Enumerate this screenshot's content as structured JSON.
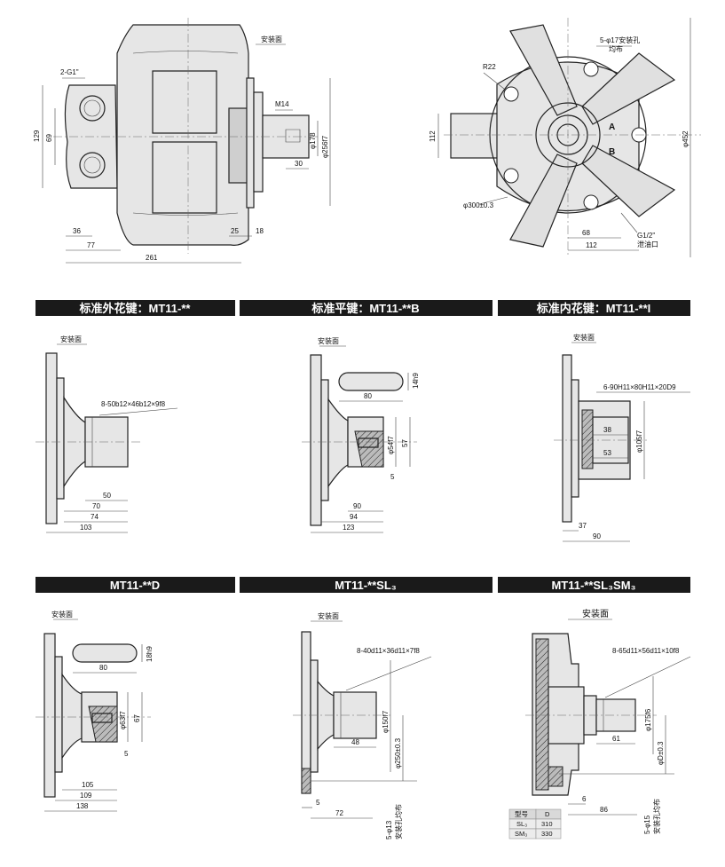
{
  "top_left": {
    "mount_face": "安装面",
    "port": "2-G1\"",
    "thread": "M14",
    "dims": [
      "129",
      "69",
      "36",
      "77",
      "261",
      "25",
      "18",
      "30",
      "φ178",
      "φ256f7"
    ]
  },
  "top_right": {
    "holes": "5-φ17安装孔",
    "holes2": "均布",
    "radius": "R22",
    "label_a": "A",
    "label_b": "B",
    "drain": "G1/2\"",
    "drain2": "泄油口",
    "dims": [
      "112",
      "φ300±0.3",
      "68",
      "112",
      "φ452"
    ]
  },
  "bars": [
    {
      "label": "标准外花键：MT11-**"
    },
    {
      "label": "标准平键：MT11-**B"
    },
    {
      "label": "标准内花键：MT11-**I"
    },
    {
      "label": "MT11-**D"
    },
    {
      "label": "MT11-**SL₃"
    },
    {
      "label": "MT11-**SL₃SM₃"
    }
  ],
  "v1": {
    "mount": "安装面",
    "spline": "8-50b12×46b12×9f8",
    "dims": [
      "50",
      "70",
      "74",
      "103"
    ]
  },
  "v2": {
    "mount": "安装面",
    "key_w": "14h9",
    "key_l": "80",
    "dims": [
      "φ54f7",
      "57",
      "5",
      "90",
      "94",
      "123"
    ]
  },
  "v3": {
    "mount": "安装面",
    "spline": "6-90H11×80H11×20D9",
    "dims": [
      "38",
      "53",
      "φ105f7",
      "37",
      "90"
    ]
  },
  "v4": {
    "mount": "安装面",
    "key_w": "18h9",
    "key_l": "80",
    "dims": [
      "φ63f7",
      "67",
      "5",
      "105",
      "109",
      "138"
    ]
  },
  "v5": {
    "mount": "安装面",
    "spline": "8-40d11×36d11×7f8",
    "dims": [
      "48",
      "φ150f7",
      "φ250±0.3",
      "5",
      "72",
      "5-φ13",
      "安装孔均布"
    ]
  },
  "v6": {
    "mount": "安装面",
    "spline": "8-65d11×56d11×10f8",
    "dims": [
      "61",
      "φ175f6",
      "φD±0.3",
      "6",
      "86",
      "5-φ15",
      "安装孔均布"
    ],
    "table": {
      "headers": [
        "型号",
        "D"
      ],
      "rows": [
        [
          "SL₃",
          "310"
        ],
        [
          "SM₃",
          "330"
        ]
      ]
    }
  }
}
